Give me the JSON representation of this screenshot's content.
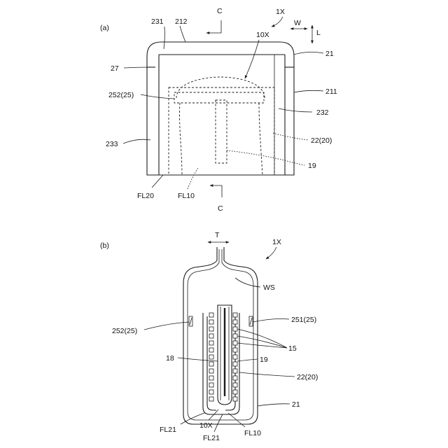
{
  "figure_a": {
    "panel_label": "(a)",
    "section_top": "C",
    "section_bottom": "C",
    "ref_1x": "1X",
    "dir_w": "W",
    "dir_l": "L",
    "labels": {
      "l231": "231",
      "l212": "212",
      "l10x": "10X",
      "l21": "21",
      "l27": "27",
      "l211": "211",
      "l252_25": "252(25)",
      "l232": "232",
      "l22_20": "22(20)",
      "l233": "233",
      "l19": "19",
      "lfl20": "FL20",
      "lfl10": "FL10"
    }
  },
  "figure_b": {
    "panel_label": "(b)",
    "dir_t": "T",
    "ref_1x": "1X",
    "labels": {
      "lws": "WS",
      "l252_25": "252(25)",
      "l251_25": "251(25)",
      "l15": "15",
      "l18": "18",
      "l19": "19",
      "l22_20": "22(20)",
      "l21": "21",
      "lfl21_left": "FL21",
      "l10x": "10X",
      "lfl21_bottom": "FL21",
      "lfl10": "FL10"
    }
  },
  "colors": {
    "line": "#1a1a1a",
    "background": "#ffffff"
  }
}
